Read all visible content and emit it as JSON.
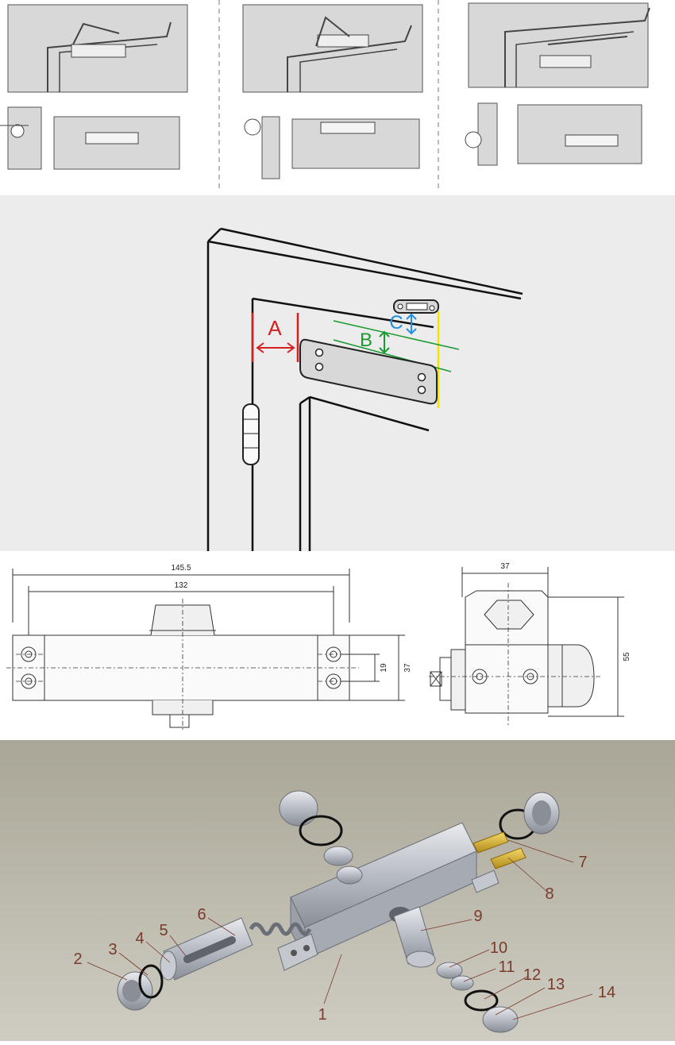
{
  "installation_views": {
    "count": 3
  },
  "mounting_diagram": {
    "labels": {
      "a": "A",
      "b": "B",
      "c": "C"
    },
    "colors": {
      "a": "#d42020",
      "b": "#1a9a30",
      "c": "#1f8fe0",
      "guide": "#f2e400",
      "frame": "#111111",
      "background": "#ececec"
    }
  },
  "dimensions": {
    "front_view": {
      "overall_length": "145.5",
      "hole_spacing": "132",
      "hole_vertical_spacing": "19",
      "body_height": "37"
    },
    "side_view": {
      "width": "37",
      "height": "55"
    }
  },
  "exploded_view": {
    "part_numbers": [
      "1",
      "2",
      "3",
      "4",
      "5",
      "6",
      "7",
      "8",
      "9",
      "10",
      "11",
      "12",
      "13",
      "14"
    ],
    "label_color": "#7a3a2a",
    "background": "#b9b6a8"
  }
}
